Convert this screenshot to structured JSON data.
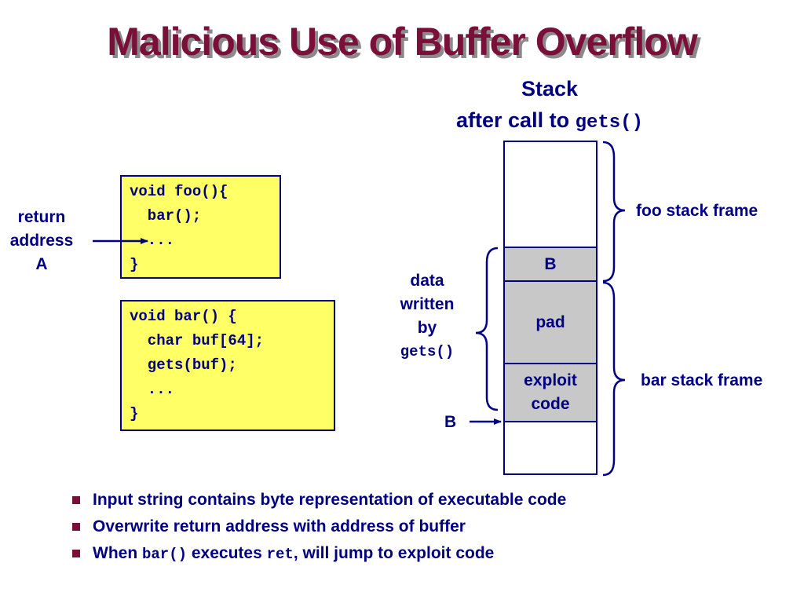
{
  "title": "Malicious Use of Buffer Overflow",
  "stack_heading": {
    "line1": "Stack",
    "line2_prefix": "after call to ",
    "line2_code": "gets()"
  },
  "foo_code": [
    "void foo(){",
    "  bar();",
    "  ...",
    "}"
  ],
  "bar_code": [
    "void bar() {",
    "  char buf[64];",
    "  gets(buf);",
    "  ...",
    "}"
  ],
  "return_label": [
    "return",
    "address",
    "A"
  ],
  "data_written_label": [
    "data",
    "written",
    "by"
  ],
  "data_written_code": "gets()",
  "stack_cells": {
    "b": "B",
    "pad": "pad",
    "exploit": [
      "exploit",
      "code"
    ]
  },
  "pointer_b_label": "B",
  "foo_frame_label": "foo stack frame",
  "bar_frame_label": "bar stack frame",
  "bullets": [
    {
      "text": "Input string contains byte representation of executable code"
    },
    {
      "text": "Overwrite return address with address of buffer"
    },
    {
      "p1": "When ",
      "c1": "bar()",
      "p2": " executes ",
      "c2": "ret",
      "p3": ", will jump to exploit code"
    }
  ],
  "colors": {
    "title": "#7a0f3a",
    "text": "#000080",
    "code_bg": "#ffff66",
    "stack_fill": "#c8c8c8"
  }
}
